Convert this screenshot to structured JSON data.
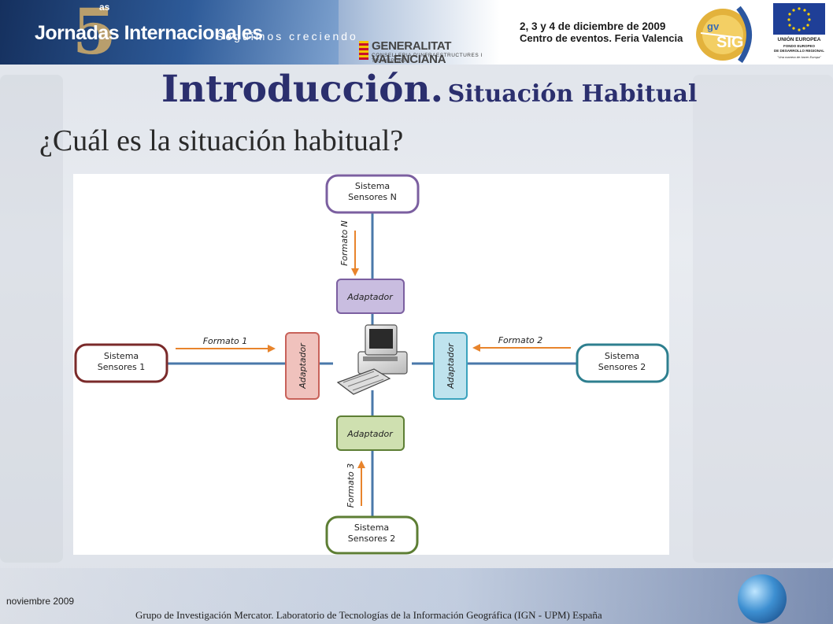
{
  "header": {
    "edition_suffix": "as",
    "edition_number": "5",
    "event_name": "Jornadas Internacionales",
    "slogan": "Seguimos creciendo",
    "sponsor_name": "GENERALITAT VALENCIANA",
    "sponsor_sub": "CONSELLERIA D'INFRAESTRUCTURES I TRANSPORT",
    "event_dates": "2, 3 y 4 de diciembre de 2009",
    "event_place": "Centro de eventos. Feria Valencia",
    "gvsig_logo": "gvSIG",
    "eu_logo": {
      "title": "UNIÓN EUROPEA",
      "line1": "FONDO EUROPEO",
      "line2": "DE DESARROLLO REGIONAL",
      "motto": "\"Una manera de hacer Europa\""
    }
  },
  "slide": {
    "title_main": "Introducción.",
    "title_sub": "Situación Habitual",
    "question": "¿Cuál es la situación habitual?"
  },
  "diagram": {
    "systems": {
      "top": "Sistema\nSensores N",
      "left": "Sistema\nSensores 1",
      "right": "Sistema\nSensores 2",
      "bottom": "Sistema\nSensores 2"
    },
    "adapter_label": "Adaptador",
    "formats": {
      "top": "Formato N",
      "left": "Formato 1",
      "right": "Formato 2",
      "bottom": "Formato 3"
    },
    "colors": {
      "top": "#7b5fa0",
      "left": "#7a2a2a",
      "right": "#2e7f8f",
      "bottom": "#5d7e34",
      "line": "#4a78aa",
      "arrow": "#e8842c"
    }
  },
  "footer": {
    "date": "noviembre 2009",
    "credit": "Grupo de Investigación Mercator. Laboratorio de Tecnologías de la Información Geográfica (IGN - UPM) España"
  }
}
